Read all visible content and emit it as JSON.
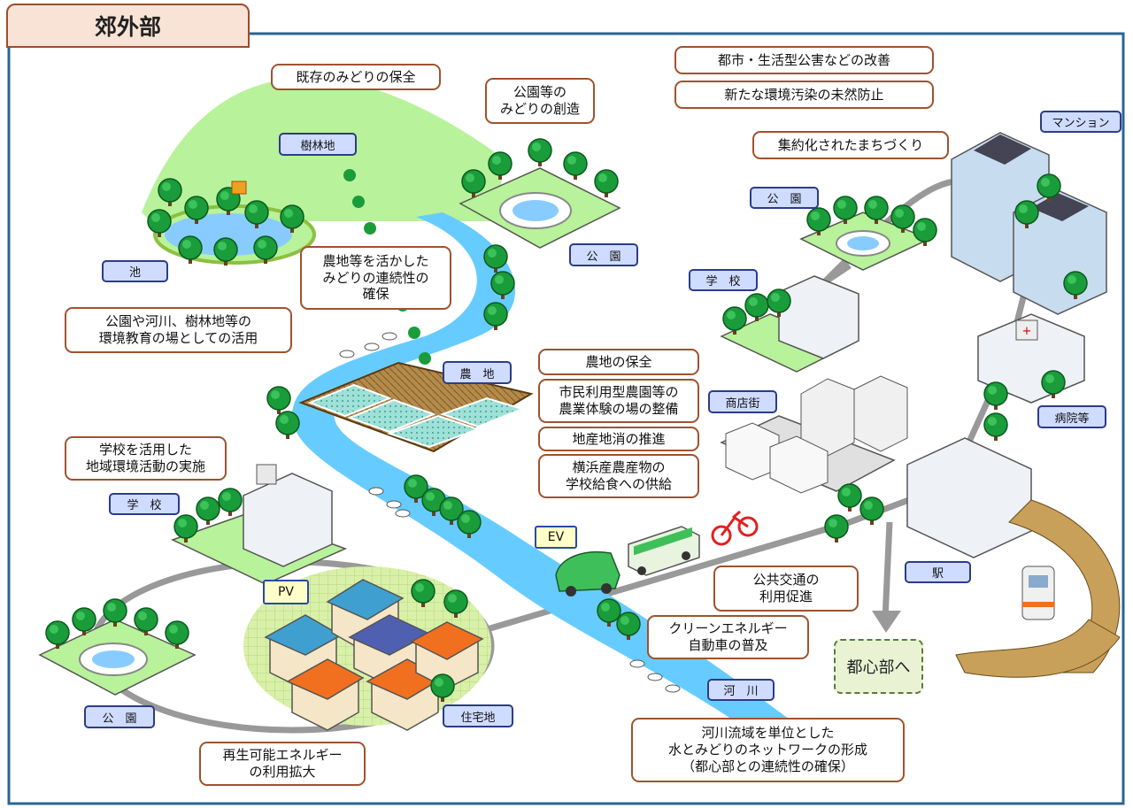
{
  "header": {
    "title": "郊外部"
  },
  "callouts": {
    "existing_green": "既存のみどりの保全",
    "park_create_1": "公園等の",
    "park_create_2": "みどりの創造",
    "pollution": "都市・生活型公害などの改善",
    "prevention": "新たな環境汚染の未然防止",
    "compact": "集約化されたまちづくり",
    "farm_green_1": "農地等を活かした",
    "farm_green_2": "みどりの連続性の",
    "farm_green_3": "確保",
    "edu_1": "公園や河川、樹林地等の",
    "edu_2": "環境教育の場としての活用",
    "farm_protect": "農地の保全",
    "citizen_farm_1": "市民利用型農園等の",
    "citizen_farm_2": "農業体験の場の整備",
    "local_consume": "地産地消の推進",
    "yokohama_1": "横浜産農産物の",
    "yokohama_2": "学校給食への供給",
    "school_1": "学校を活用した",
    "school_2": "地域環境活動の実施",
    "transit_1": "公共交通の",
    "transit_2": "利用促進",
    "clean_1": "クリーンエネルギー",
    "clean_2": "自動車の普及",
    "river_net_1": "河川流域を単位とした",
    "river_net_2": "水とみどりのネットワークの形成",
    "river_net_3": "（都心部との連続性の確保）",
    "renewable_1": "再生可能エネルギー",
    "renewable_2": "の利用拡大"
  },
  "labels": {
    "woodland": "樹林地",
    "pond": "池",
    "park_top": "公　園",
    "park_mid": "公　園",
    "park_bottom": "公　園",
    "school_mid": "学　校",
    "school_left": "学　校",
    "farmland": "農　地",
    "mansion": "マンション",
    "shopping": "商店街",
    "hospital": "病院等",
    "station": "駅",
    "river": "河　川",
    "residential": "住宅地",
    "ev": "EV",
    "pv": "PV",
    "downtown": "都心部へ"
  },
  "colors": {
    "callout_border": "#a0522d",
    "tag_bg": "#cfdcff",
    "tag_border": "#2b3c8a",
    "frame": "#2a6496",
    "river": "#66ccff",
    "hill": "#b8f29a",
    "tree": "#1a9c3a"
  }
}
